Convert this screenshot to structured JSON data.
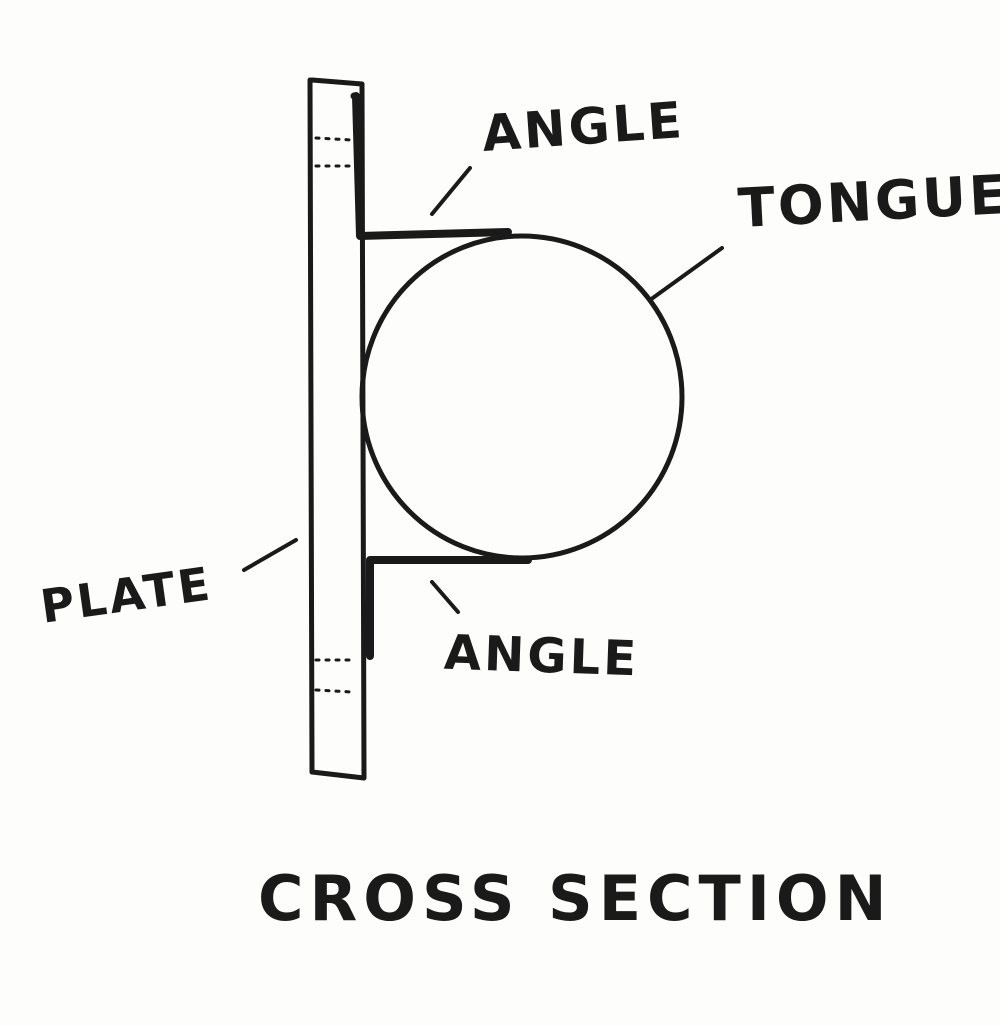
{
  "diagram": {
    "title": "CROSS SECTION",
    "labels": {
      "angle_top": "ANGLE",
      "tongue": "TONGUE",
      "angle_bottom": "ANGLE",
      "plate": "PLATE"
    }
  },
  "colors": {
    "ink": "#1a1a1a",
    "paper": "#fdfdfc"
  }
}
